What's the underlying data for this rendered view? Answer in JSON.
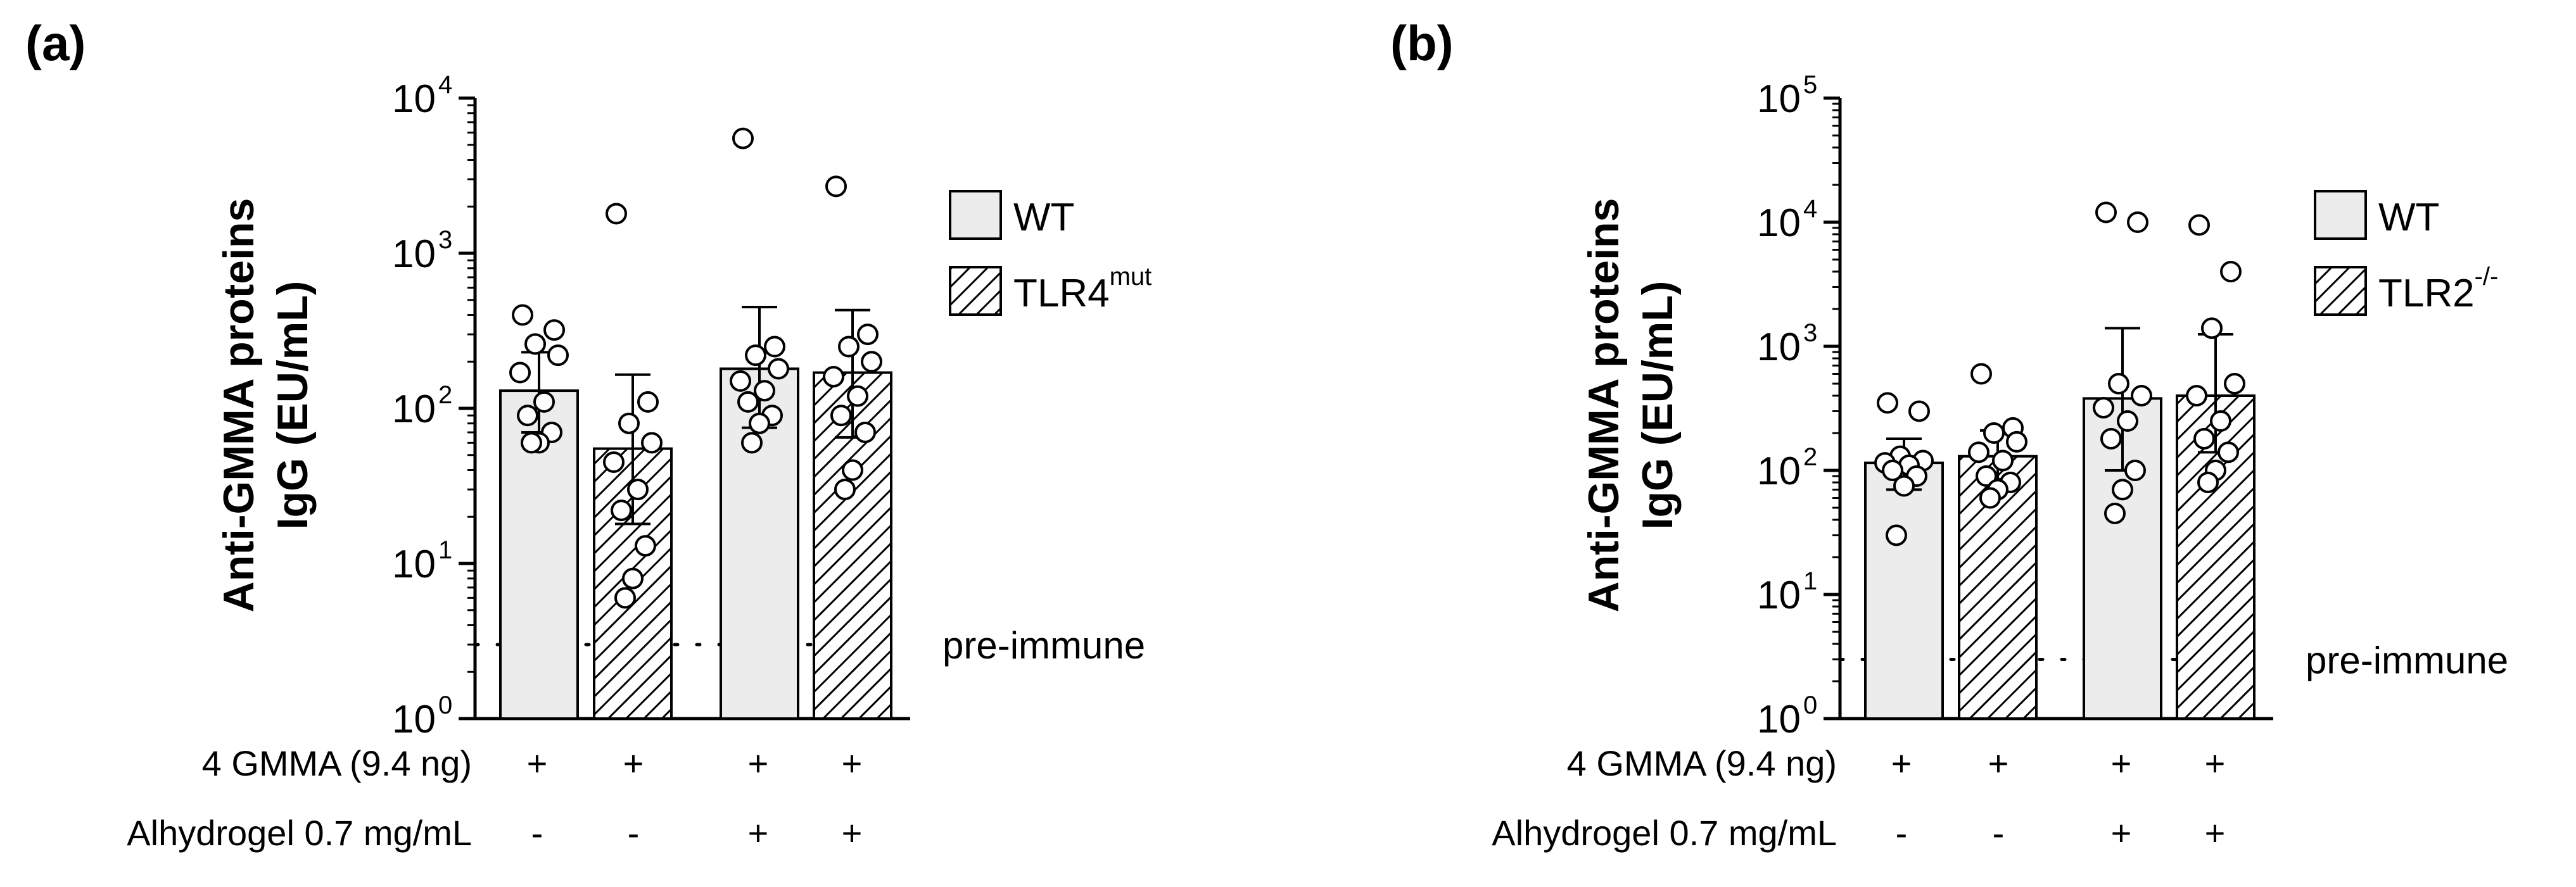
{
  "chart_data": [
    {
      "panel": "(a)",
      "type": "bar",
      "ylabel": [
        "Anti-GMMA proteins",
        "IgG (EU/mL)"
      ],
      "yscale": "log",
      "ylim": [
        1,
        10000
      ],
      "y_ticks": [
        {
          "base": "10",
          "exp": "0"
        },
        {
          "base": "10",
          "exp": "1"
        },
        {
          "base": "10",
          "exp": "2"
        },
        {
          "base": "10",
          "exp": "3"
        },
        {
          "base": "10",
          "exp": "4"
        }
      ],
      "legend": [
        {
          "name": "WT",
          "sup": "",
          "pattern": "solid",
          "fill": "#ececec"
        },
        {
          "name": "TLR4",
          "sup": "mut",
          "pattern": "hatched",
          "fill": "#ffffff"
        }
      ],
      "legend_position": "right",
      "reference_line": {
        "label": "pre-immune",
        "value": 3,
        "style": "dotted"
      },
      "bars": [
        {
          "series": "WT",
          "mean": 130,
          "err_low": 70,
          "err_high": 230,
          "points": [
            400,
            320,
            260,
            220,
            170,
            110,
            90,
            70,
            60,
            60
          ]
        },
        {
          "series": "TLR4mut",
          "mean": 55,
          "err_low": 18,
          "err_high": 165,
          "points": [
            1800,
            110,
            80,
            60,
            45,
            30,
            22,
            13,
            8,
            6
          ]
        },
        {
          "series": "WT",
          "mean": 180,
          "err_low": 75,
          "err_high": 450,
          "points": [
            5500,
            250,
            220,
            180,
            150,
            130,
            110,
            90,
            80,
            60
          ]
        },
        {
          "series": "TLR4mut",
          "mean": 170,
          "err_low": 65,
          "err_high": 430,
          "points": [
            2700,
            300,
            250,
            200,
            160,
            120,
            90,
            70,
            40,
            30
          ]
        }
      ],
      "conditions": [
        {
          "label": "4 GMMA (9.4 ng)",
          "values": [
            "+",
            "+",
            "+",
            "+"
          ]
        },
        {
          "label": "Alhydrogel 0.7 mg/mL",
          "values": [
            "-",
            "-",
            "+",
            "+"
          ]
        }
      ]
    },
    {
      "panel": "(b)",
      "type": "bar",
      "ylabel": [
        "Anti-GMMA proteins",
        "IgG (EU/mL)"
      ],
      "yscale": "log",
      "ylim": [
        1,
        100000
      ],
      "y_ticks": [
        {
          "base": "10",
          "exp": "0"
        },
        {
          "base": "10",
          "exp": "1"
        },
        {
          "base": "10",
          "exp": "2"
        },
        {
          "base": "10",
          "exp": "3"
        },
        {
          "base": "10",
          "exp": "4"
        },
        {
          "base": "10",
          "exp": "5"
        }
      ],
      "legend": [
        {
          "name": "WT",
          "sup": "",
          "pattern": "solid",
          "fill": "#ececec"
        },
        {
          "name": "TLR2",
          "sup": "-/-",
          "pattern": "hatched",
          "fill": "#ffffff"
        }
      ],
      "legend_position": "right",
      "reference_line": {
        "label": "pre-immune",
        "value": 3,
        "style": "dotted"
      },
      "bars": [
        {
          "series": "WT",
          "mean": 115,
          "err_low": 70,
          "err_high": 180,
          "points": [
            350,
            300,
            130,
            120,
            115,
            110,
            100,
            90,
            75,
            30
          ]
        },
        {
          "series": "TLR2-/-",
          "mean": 130,
          "err_low": 85,
          "err_high": 210,
          "points": [
            600,
            220,
            200,
            170,
            140,
            120,
            90,
            80,
            70,
            60
          ]
        },
        {
          "series": "WT",
          "mean": 380,
          "err_low": 100,
          "err_high": 1400,
          "points": [
            12000,
            10000,
            500,
            400,
            320,
            250,
            180,
            100,
            70,
            45
          ]
        },
        {
          "series": "TLR2-/-",
          "mean": 400,
          "err_low": 140,
          "err_high": 1250,
          "points": [
            9500,
            4000,
            1400,
            500,
            400,
            250,
            180,
            140,
            100,
            80
          ]
        }
      ],
      "conditions": [
        {
          "label": "4 GMMA (9.4 ng)",
          "values": [
            "+",
            "+",
            "+",
            "+"
          ]
        },
        {
          "label": "Alhydrogel 0.7 mg/mL",
          "values": [
            "-",
            "-",
            "+",
            "+"
          ]
        }
      ]
    }
  ]
}
